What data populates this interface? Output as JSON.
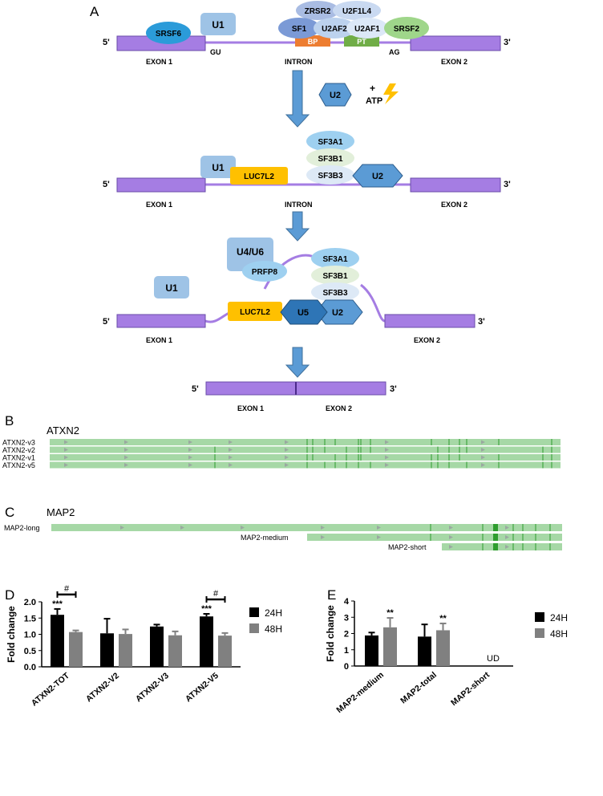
{
  "panelA": {
    "letter": "A",
    "five_prime": "5'",
    "three_prime": "3'",
    "exon1": "EXON 1",
    "exon2": "EXON 2",
    "intron": "INTRON",
    "gu": "GU",
    "ag": "AG",
    "stage1": {
      "srsf6": "SRSF6",
      "u1": "U1",
      "zrsr2": "ZRSR2",
      "u2f1l4": "U2F1L4",
      "sf1": "SF1",
      "u2af2": "U2AF2",
      "u2af1": "U2AF1",
      "srsf2": "SRSF2",
      "bp": "BP",
      "pt": "PT"
    },
    "u2_label": "U2",
    "plus": "+",
    "atp": "ATP",
    "stage2": {
      "u1": "U1",
      "luc7l2": "LUC7L2",
      "sf3a1": "SF3A1",
      "sf3b1": "SF3B1",
      "sf3b3": "SF3B3",
      "u2": "U2"
    },
    "stage3": {
      "u4u6": "U4/U6",
      "prfp8": "PRFP8",
      "u1": "U1",
      "luc7l2": "LUC7L2",
      "u5": "U5",
      "u2": "U2",
      "sf3a1": "SF3A1",
      "sf3b1": "SF3B1",
      "sf3b3": "SF3B3"
    }
  },
  "panelB": {
    "letter": "B",
    "gene": "ATXN2",
    "rows": [
      "ATXN2-v3",
      "ATXN2-v2",
      "ATXN2-v1",
      "ATXN2-v5"
    ]
  },
  "panelC": {
    "letter": "C",
    "gene": "MAP2",
    "rows": [
      "MAP2-long",
      "MAP2-medium",
      "MAP2-short"
    ]
  },
  "colors": {
    "exon": "#a57de3",
    "intron": "#a57de3",
    "u1": "#9ec3e6",
    "srsf6": "#2b9bd9",
    "sf1": "#7b9ad6",
    "u2af": "#bcd2ee",
    "srsf2": "#9fd68a",
    "bp": "#ed7d31",
    "pt": "#70ad47",
    "u2": "#5b9bd5",
    "luc7l2": "#ffc000",
    "u5": "#2e75b6",
    "arrow": "#5b9bd5",
    "track": "#a6d8a6",
    "track_mark": "#2e9d2e",
    "bar_24h": "#000000",
    "bar_48h": "#808080"
  },
  "chart_data": [
    {
      "panel": "D",
      "type": "bar",
      "ylabel": "Fold change",
      "ylim": [
        0,
        2.0
      ],
      "yticks": [
        "0.0",
        "0.5",
        "1.0",
        "1.5",
        "2.0"
      ],
      "categories": [
        "ATXN2-TOT",
        "ATXN2-V2",
        "ATXN2-V3",
        "ATXN2-V5"
      ],
      "series": [
        {
          "name": "24H",
          "values": [
            1.6,
            1.03,
            1.24,
            1.55
          ],
          "errors": [
            0.18,
            0.45,
            0.06,
            0.08
          ]
        },
        {
          "name": "48H",
          "values": [
            1.07,
            1.01,
            0.97,
            0.96
          ],
          "errors": [
            0.05,
            0.14,
            0.12,
            0.08
          ]
        }
      ],
      "annotations": [
        {
          "category": 0,
          "series": 0,
          "text": "***"
        },
        {
          "category": 3,
          "series": 0,
          "text": "***"
        },
        {
          "category": 0,
          "text": "#"
        },
        {
          "category": 3,
          "text": "#"
        }
      ],
      "legend": "top-right"
    },
    {
      "panel": "E",
      "type": "bar",
      "ylabel": "Fold change",
      "ylim": [
        0,
        4
      ],
      "yticks": [
        "0",
        "1",
        "2",
        "3",
        "4"
      ],
      "categories": [
        "MAP2-medium",
        "MAP2-total",
        "MAP2-short"
      ],
      "series": [
        {
          "name": "24H",
          "values": [
            1.88,
            1.81,
            null
          ],
          "errors": [
            0.18,
            0.75,
            0
          ]
        },
        {
          "name": "48H",
          "values": [
            2.38,
            2.2,
            null
          ],
          "errors": [
            0.58,
            0.42,
            0
          ]
        }
      ],
      "annotations": [
        {
          "category": 0,
          "series": 1,
          "text": "**"
        },
        {
          "category": 1,
          "series": 1,
          "text": "**"
        },
        {
          "category": 2,
          "text": "UD"
        }
      ],
      "legend": "top-right"
    }
  ]
}
